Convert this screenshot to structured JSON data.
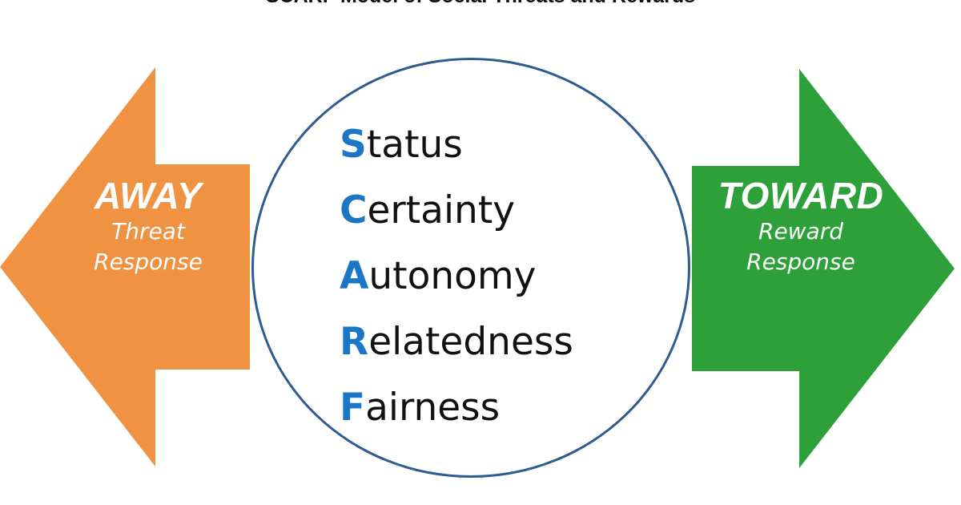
{
  "title": "SCARF Model of Social Threats and Rewards",
  "colors": {
    "away_arrow": "#ef9242",
    "toward_arrow": "#2ea03a",
    "circle_outline": "#2f5c8f",
    "initial_letter": "#1b77c6",
    "word_text": "#111111",
    "arrow_text": "#ffffff",
    "background": "#ffffff",
    "title_text": "#0d0d0d"
  },
  "left_arrow": {
    "heading": "AWAY",
    "subtitle_line1": "Threat",
    "subtitle_line2": "Response",
    "direction": "left"
  },
  "right_arrow": {
    "heading": "TOWARD",
    "subtitle_line1": "Reward",
    "subtitle_line2": "Response",
    "direction": "right"
  },
  "scarf": {
    "items": [
      {
        "initial": "S",
        "rest": "tatus",
        "full": "Status"
      },
      {
        "initial": "C",
        "rest": "ertainty",
        "full": "Certainty"
      },
      {
        "initial": "A",
        "rest": "utonomy",
        "full": "Autonomy"
      },
      {
        "initial": "R",
        "rest": "elatedness",
        "full": "Relatedness"
      },
      {
        "initial": "F",
        "rest": "airness",
        "full": "Fairness"
      }
    ]
  }
}
